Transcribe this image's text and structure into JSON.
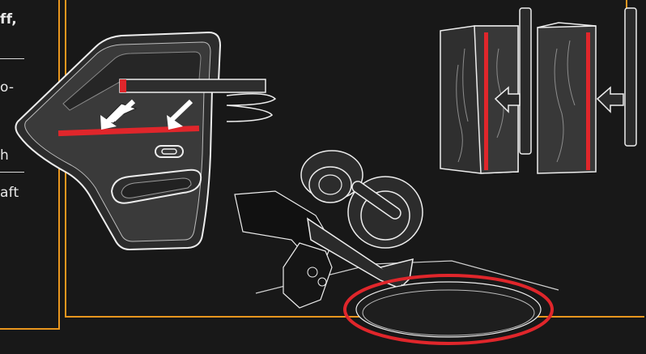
{
  "left_panel": {
    "fragments": [
      {
        "text": "ff,",
        "bold": true
      },
      {
        "text": "o-",
        "bold": false
      },
      {
        "text": "h",
        "bold": false
      },
      {
        "text": "aft",
        "bold": false
      }
    ]
  },
  "colors": {
    "background": "#181818",
    "frame": "#e8961e",
    "accent_red": "#e0262b",
    "line": "#eaeaea",
    "panel": "#3a3a3a"
  },
  "illustrations": {
    "door_panel": "car-door-panel",
    "wood_blocks": "wood-blocks-with-edge-strips",
    "tape_applicator": "tape-roller-applicator",
    "circle_cutout": "circular-cutout-highlight"
  }
}
